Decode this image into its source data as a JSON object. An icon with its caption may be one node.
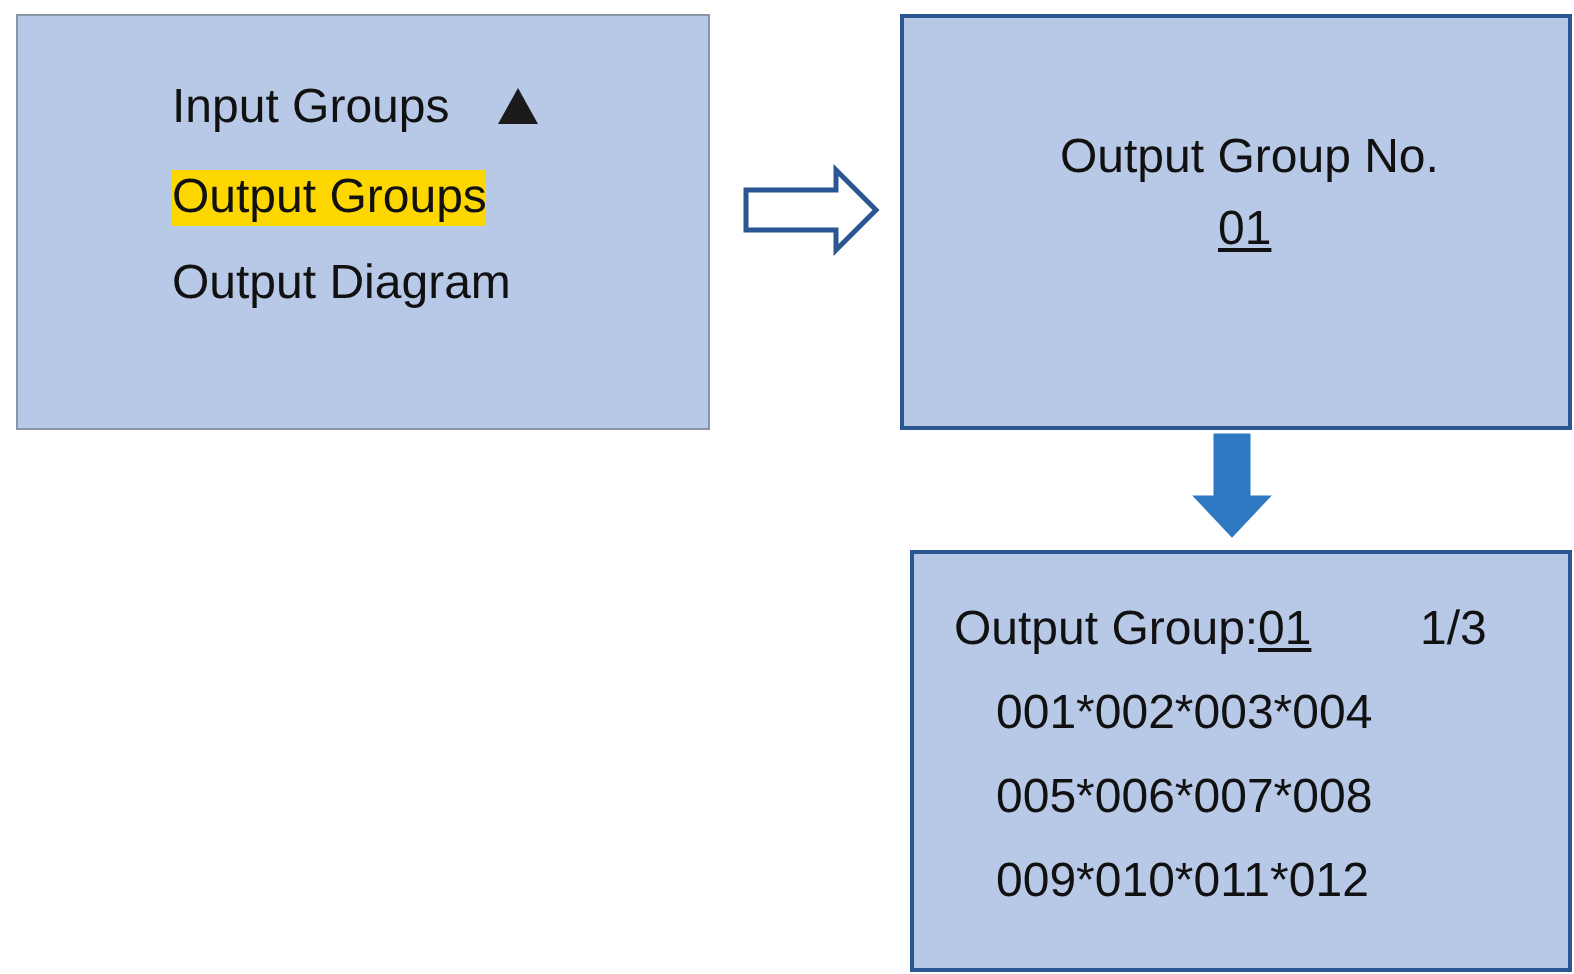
{
  "diagram": {
    "nodes": [
      {
        "text": [
          "Input Groups",
          "Output Groups",
          "Output Diagram"
        ]
      },
      {
        "text": [
          "Output Group No.",
          "01"
        ]
      },
      {
        "text": [
          "Output Group:",
          "01",
          "1/3",
          "001*002*003*004",
          "005*006*007*008",
          "009*010*011*012"
        ]
      }
    ],
    "edges": [
      {
        "from": 0,
        "to": 1,
        "arrow": "to",
        "style": "thick"
      },
      {
        "from": 1,
        "to": 2,
        "arrow": "to",
        "style": "thick",
        "color": "#2e78c2"
      }
    ]
  }
}
